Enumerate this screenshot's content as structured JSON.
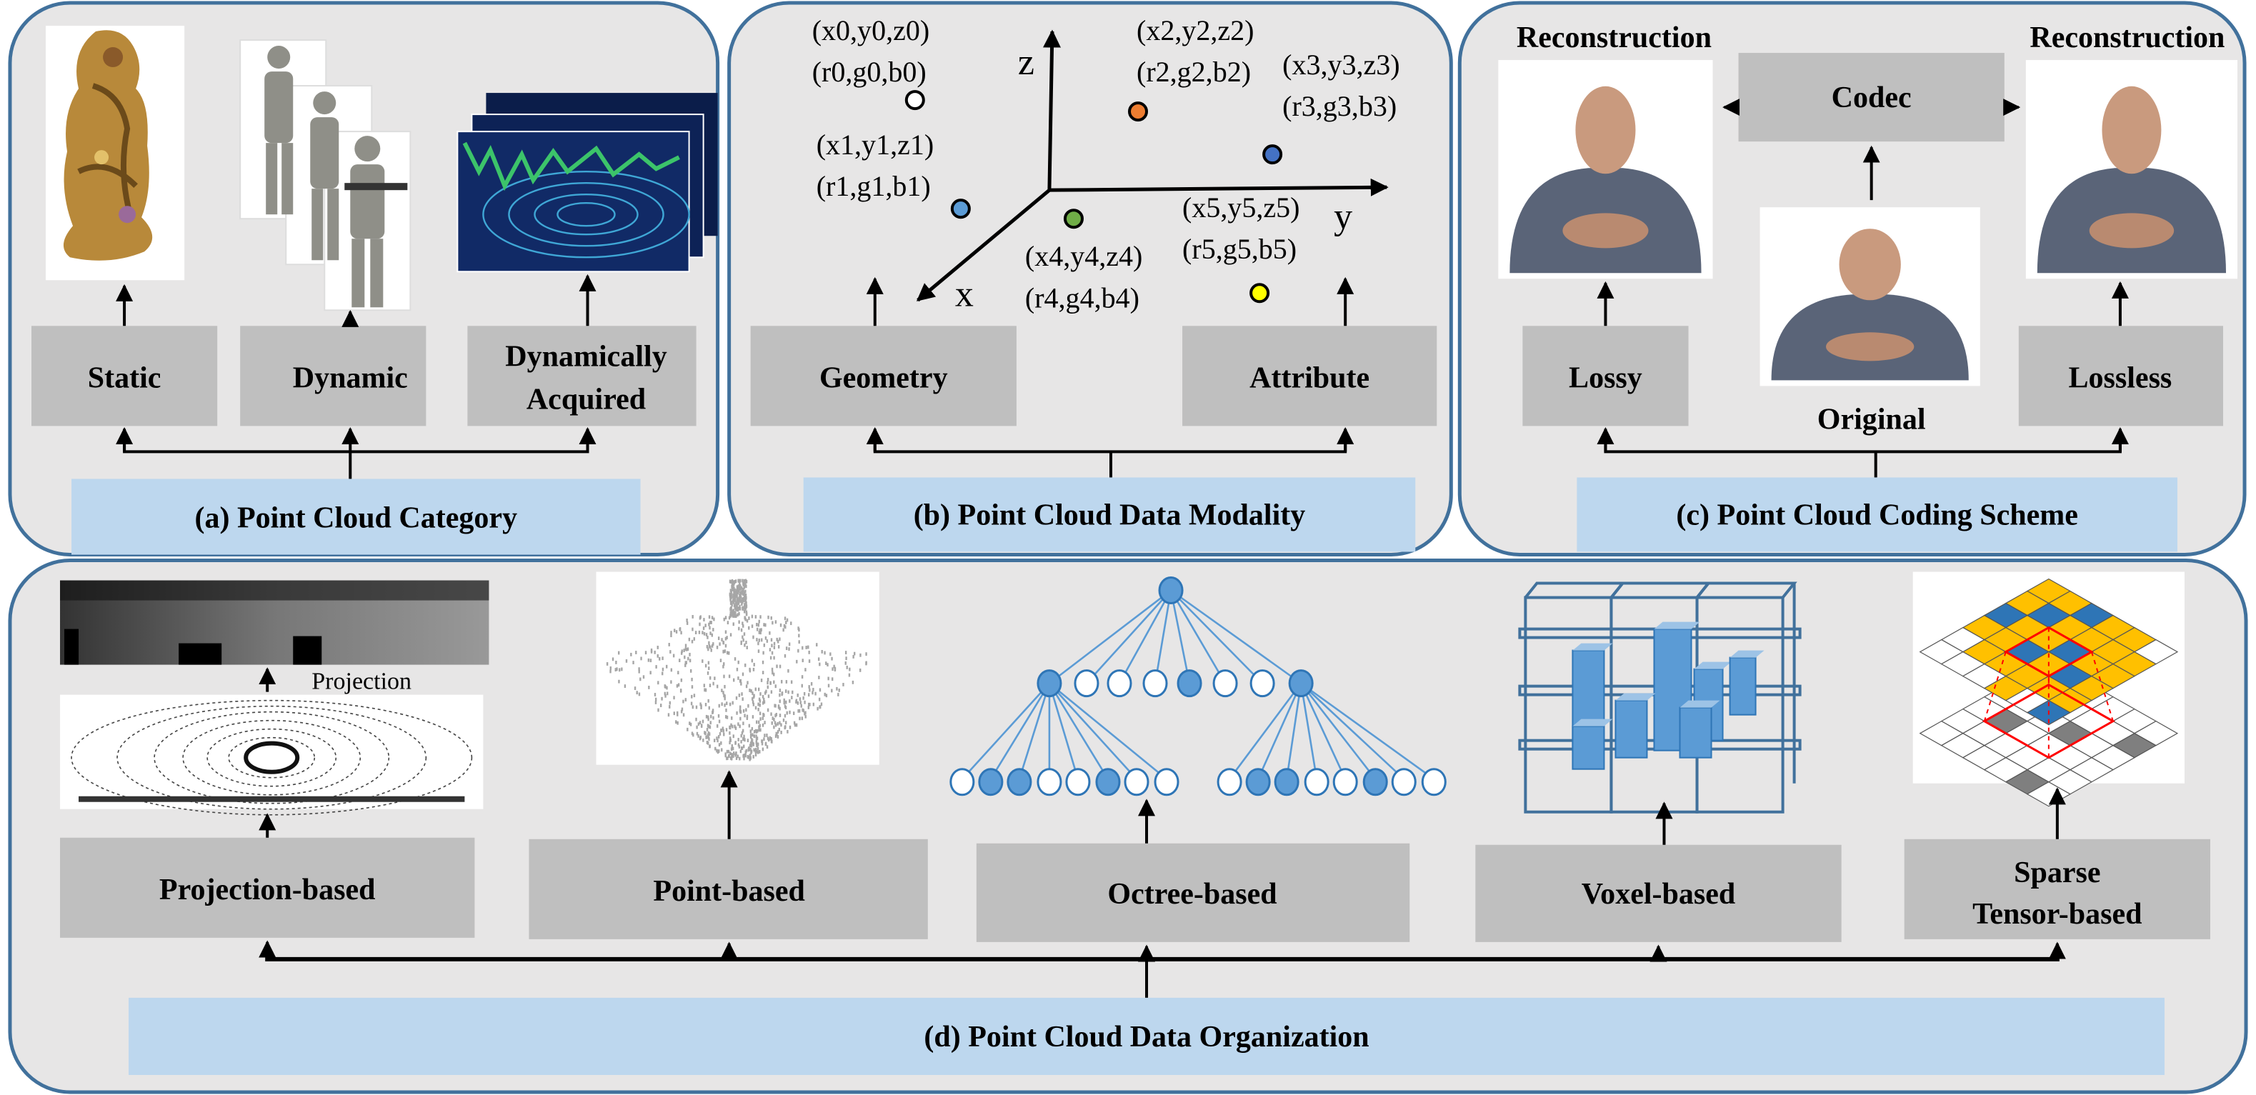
{
  "colors": {
    "panel_fill": "#e7e6e6",
    "panel_border": "#41719c",
    "box_fill": "#bfbfbf",
    "caption_fill": "#bdd7ee",
    "node_blue": "#5b9bd5",
    "voxel_blue": "#5b9bd5",
    "tensor_yellow": "#ffc000",
    "tensor_blue": "#2e75b6",
    "tensor_gray": "#7f7f7f"
  },
  "panel_a": {
    "caption": "(a) Point Cloud Category",
    "boxes": [
      "Static",
      "Dynamic",
      "Dynamically",
      "Acquired"
    ]
  },
  "panel_b": {
    "caption": "(b) Point Cloud Data Modality",
    "boxes": [
      "Geometry",
      "Attribute"
    ],
    "axes": {
      "x": "x",
      "y": "y",
      "z": "z"
    },
    "points": [
      {
        "pos": "(x0,y0,z0)",
        "attr": "(r0,g0,b0)",
        "color": "#ffffff"
      },
      {
        "pos": "(x1,y1,z1)",
        "attr": "(r1,g1,b1)",
        "color": "#5b9bd5"
      },
      {
        "pos": "(x2,y2,z2)",
        "attr": "(r2,g2,b2)",
        "color": "#ed7d31"
      },
      {
        "pos": "(x3,y3,z3)",
        "attr": "(r3,g3,b3)",
        "color": "#4472c4"
      },
      {
        "pos": "(x4,y4,z4)",
        "attr": "(r4,g4,b4)",
        "color": "#70ad47"
      },
      {
        "pos": "(x5,y5,z5)",
        "attr": "(r5,g5,b5)",
        "color": "#ffff00"
      }
    ]
  },
  "panel_c": {
    "caption": "(c) Point Cloud Coding Scheme",
    "codec": "Codec",
    "boxes": [
      "Lossy",
      "Lossless"
    ],
    "labels": {
      "reconstruction_left": "Reconstruction",
      "reconstruction_right": "Reconstruction",
      "original": "Original"
    }
  },
  "panel_d": {
    "caption": "(d) Point Cloud Data Organization",
    "projection_label": "Projection",
    "boxes": [
      "Projection-based",
      "Point-based",
      "Octree-based",
      "Voxel-based",
      "Sparse",
      "Tensor-based"
    ]
  }
}
